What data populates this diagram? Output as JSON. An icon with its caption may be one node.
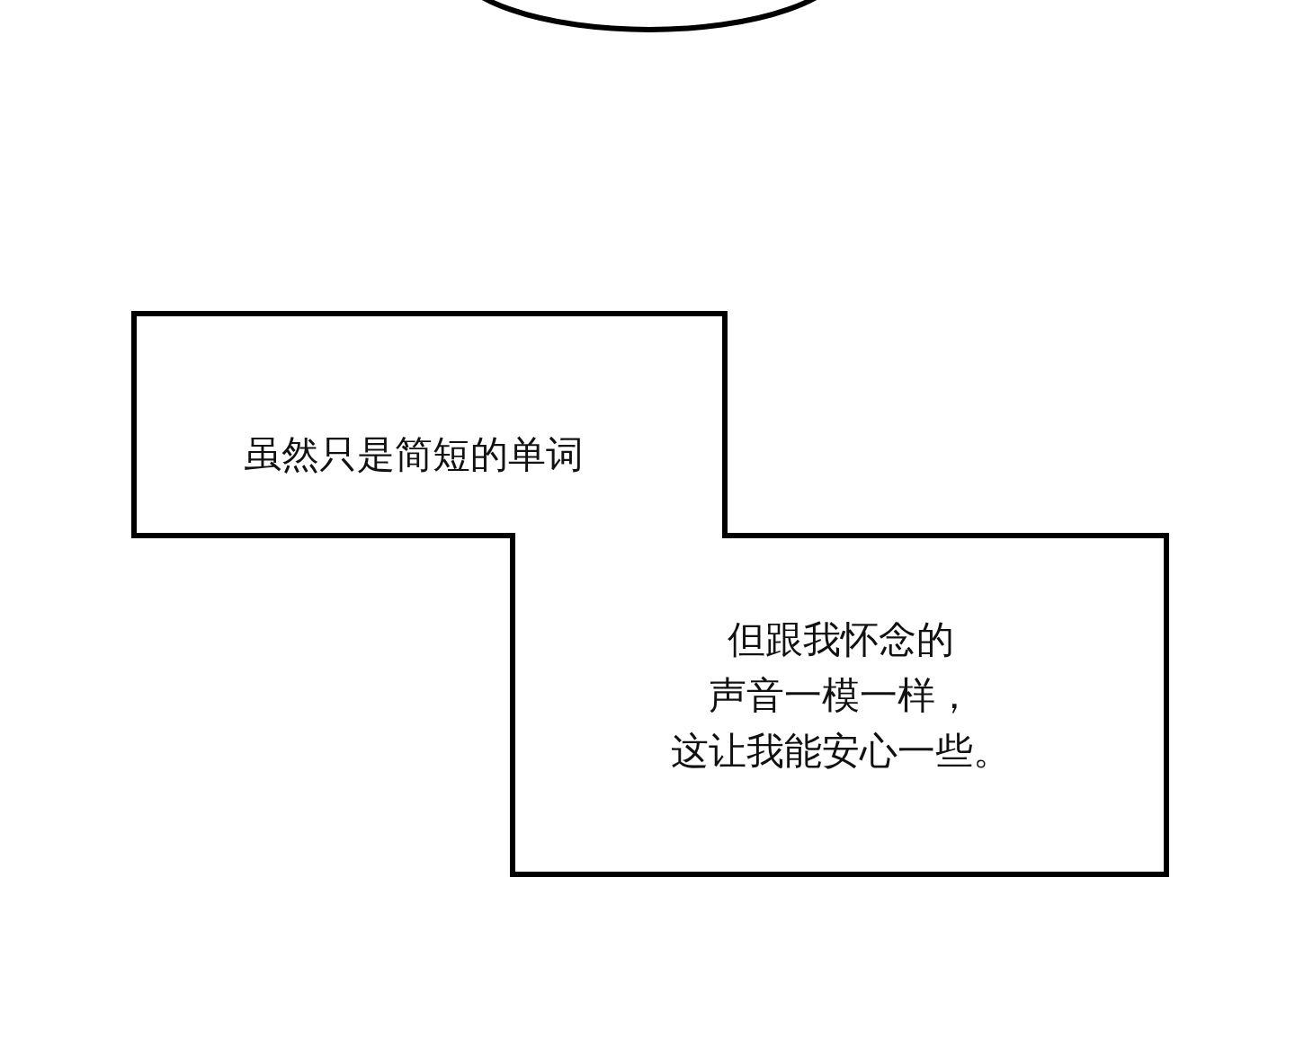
{
  "diagram": {
    "nodes": [
      {
        "text": [],
        "shape": "circle"
      },
      {
        "text": [
          "虽然只是简短的单词",
          "但跟我怀念的声音一模一样，这让我能安心一些。"
        ]
      }
    ]
  }
}
